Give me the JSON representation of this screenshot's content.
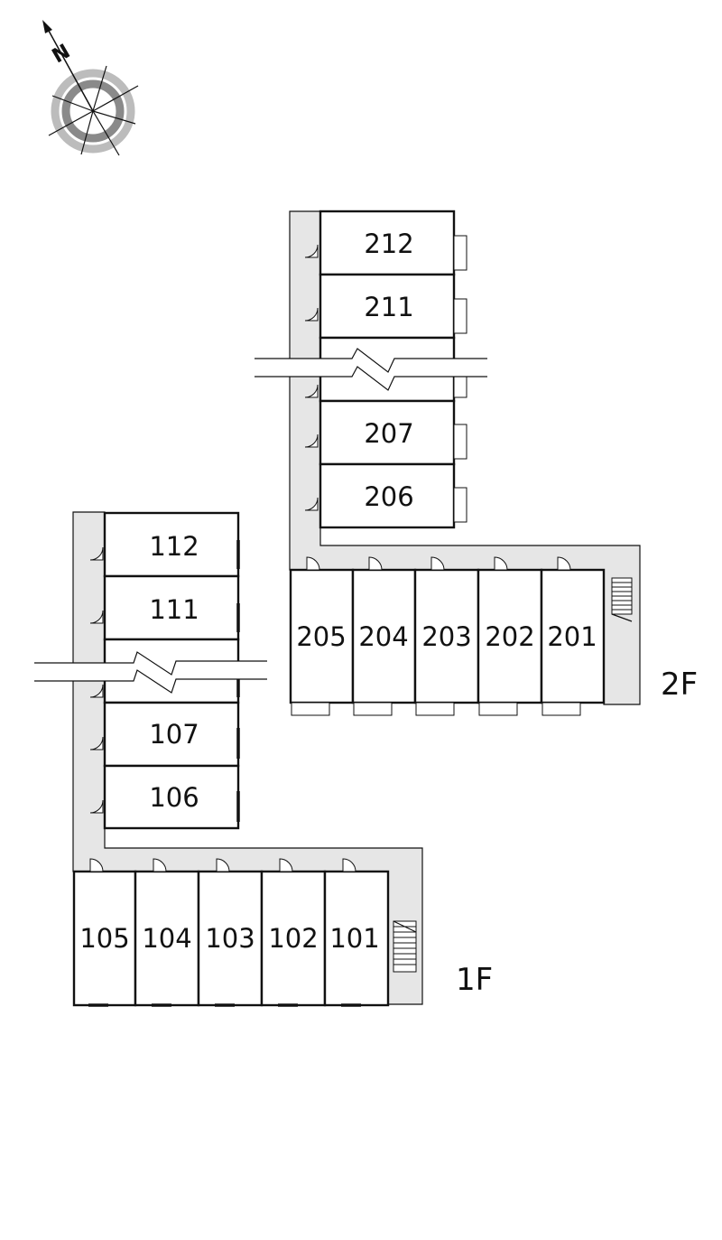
{
  "compass": {
    "north_label": "N"
  },
  "floors": {
    "second": {
      "label": "2F",
      "wing_units": [
        "212",
        "211",
        "207",
        "206"
      ],
      "row_units": [
        "205",
        "204",
        "203",
        "202",
        "201"
      ]
    },
    "first": {
      "label": "1F",
      "wing_units": [
        "112",
        "111",
        "107",
        "106"
      ],
      "row_units": [
        "105",
        "104",
        "103",
        "102",
        "101"
      ]
    }
  },
  "colors": {
    "corridor": "#e6e6e6",
    "wall": "#111111",
    "compass_outer": "#8a8a8a",
    "compass_inner": "#bcbcbc"
  }
}
